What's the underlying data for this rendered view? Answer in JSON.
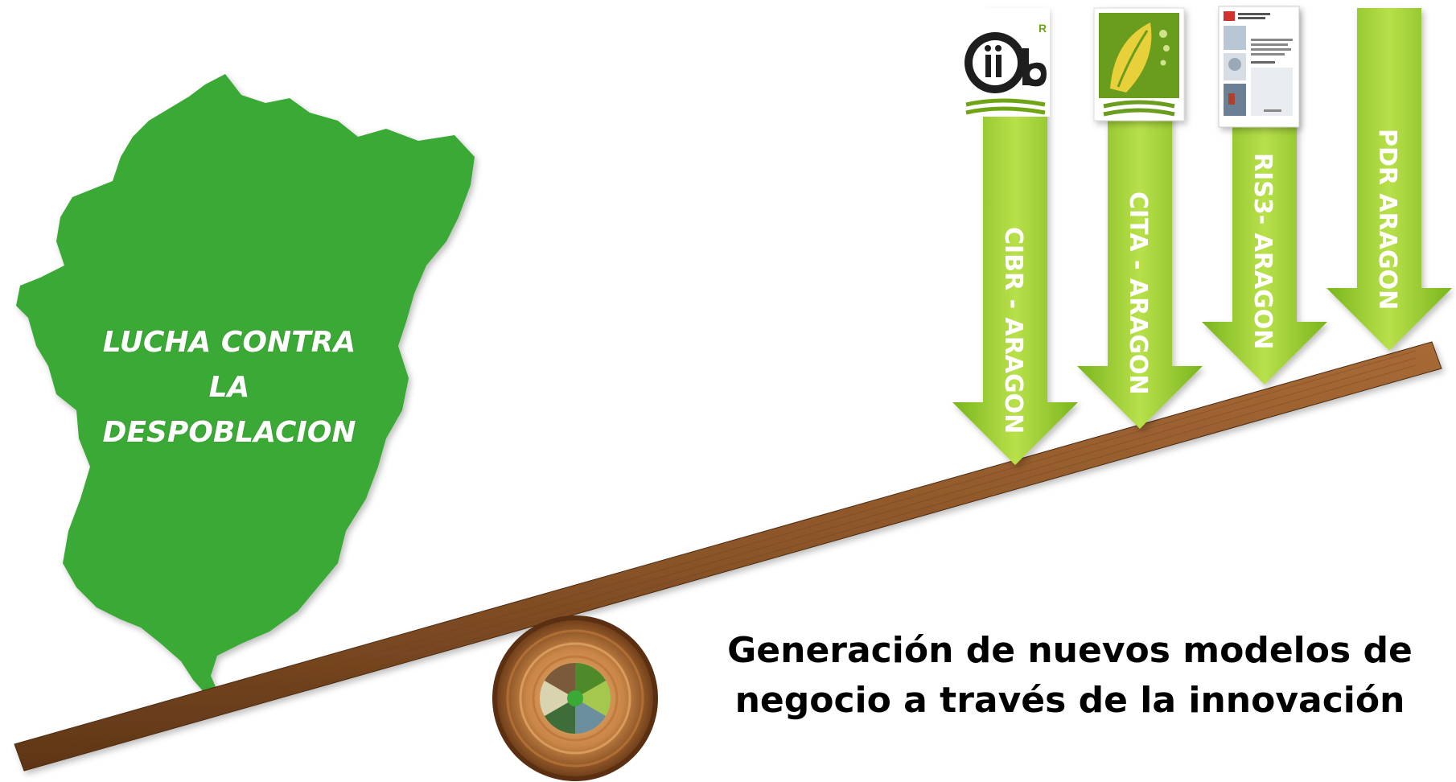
{
  "region": {
    "label_lines": [
      "LUCHA CONTRA",
      "LA",
      "DESPOBLACION"
    ],
    "fill_color": "#3aa935"
  },
  "arrows": [
    {
      "label": "CIBR - ARAGON",
      "logo": "cibr-logo-icon"
    },
    {
      "label": "CITA - ARAGON",
      "logo": "cita-leaf-logo-icon"
    },
    {
      "label": "RIS3- ARAGON",
      "logo": "ris3-document-cover-icon"
    },
    {
      "label": "PDR ARAGON",
      "logo": ""
    }
  ],
  "arrow_colors": {
    "light": "#b4de48",
    "dark": "#6fa514"
  },
  "caption": {
    "line1": "Generación de nuevos modelos de",
    "line2": "negocio a través de la innovación"
  },
  "fulcrum": {
    "icon": "bioeconomy-tree-ring-icon"
  },
  "plank": {
    "icon": "wooden-plank-icon",
    "color": "#8a5428"
  }
}
